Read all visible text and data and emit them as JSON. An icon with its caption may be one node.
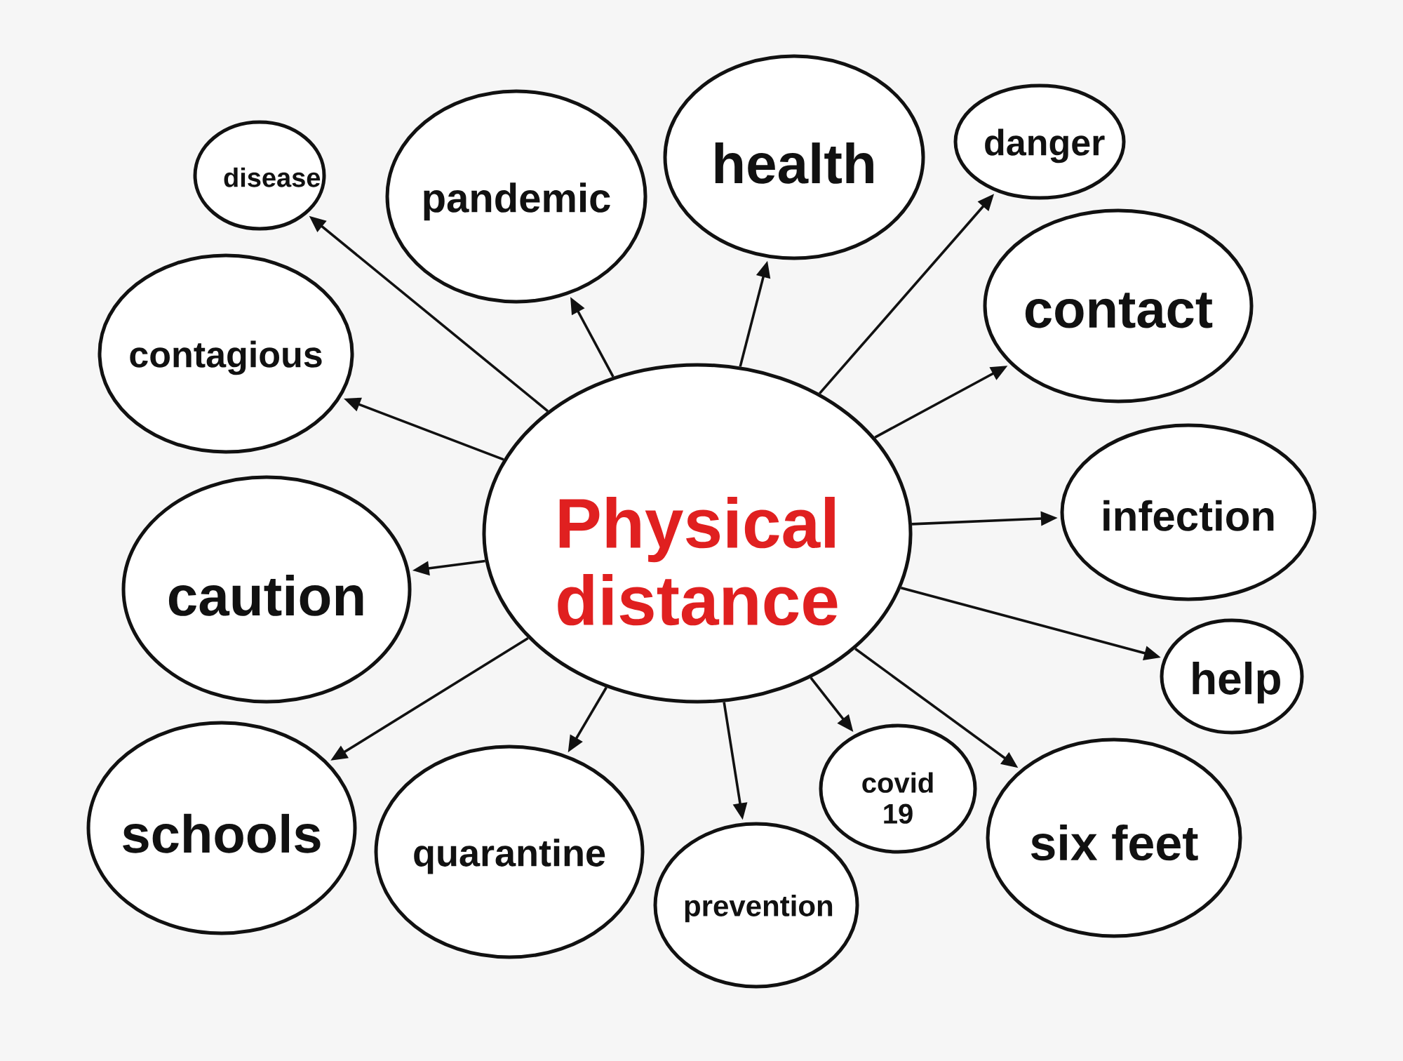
{
  "diagram": {
    "nodes": [
      {
        "text": [
          "Physical distance"
        ]
      },
      {
        "text": [
          "disease"
        ]
      },
      {
        "text": [
          "pandemic"
        ]
      },
      {
        "text": [
          "health"
        ]
      },
      {
        "text": [
          "danger"
        ]
      },
      {
        "text": [
          "contact"
        ]
      },
      {
        "text": [
          "contagious"
        ]
      },
      {
        "text": [
          "infection"
        ]
      },
      {
        "text": [
          "caution"
        ]
      },
      {
        "text": [
          "help"
        ]
      },
      {
        "text": [
          "schools"
        ]
      },
      {
        "text": [
          "quarantine"
        ]
      },
      {
        "text": [
          "covid 19"
        ]
      },
      {
        "text": [
          "prevention"
        ]
      },
      {
        "text": [
          "six feet"
        ]
      }
    ],
    "edges": [
      {
        "from": 0,
        "to": 1,
        "arrow": "to"
      },
      {
        "from": 0,
        "to": 2,
        "arrow": "to"
      },
      {
        "from": 0,
        "to": 3,
        "arrow": "to"
      },
      {
        "from": 0,
        "to": 4,
        "arrow": "to"
      },
      {
        "from": 0,
        "to": 5,
        "arrow": "to"
      },
      {
        "from": 0,
        "to": 6,
        "arrow": "to"
      },
      {
        "from": 0,
        "to": 7,
        "arrow": "to"
      },
      {
        "from": 0,
        "to": 8,
        "arrow": "to"
      },
      {
        "from": 0,
        "to": 9,
        "arrow": "to"
      },
      {
        "from": 0,
        "to": 10,
        "arrow": "to"
      },
      {
        "from": 0,
        "to": 11,
        "arrow": "to"
      },
      {
        "from": 0,
        "to": 12,
        "arrow": "to"
      },
      {
        "from": 0,
        "to": 13,
        "arrow": "to"
      },
      {
        "from": 0,
        "to": 14,
        "arrow": "to"
      }
    ]
  }
}
